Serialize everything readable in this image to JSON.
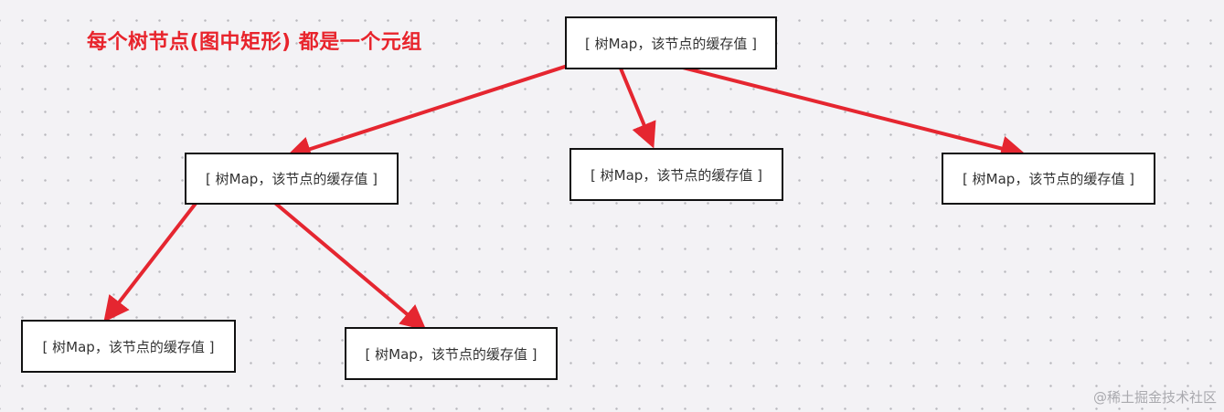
{
  "title": "每个树节点(图中矩形) 都是一个元组",
  "node_label": "[ 树Map，该节点的缓存值 ]",
  "watermark": "@稀土掘金技术社区",
  "colors": {
    "arrow": "#e52630",
    "title": "#e8242c",
    "node_border": "#111111",
    "background": "#f3f2f5"
  },
  "nodes": [
    {
      "id": "root",
      "label": "[ 树Map，该节点的缓存值 ]"
    },
    {
      "id": "child-left",
      "label": "[ 树Map，该节点的缓存值 ]"
    },
    {
      "id": "child-middle",
      "label": "[ 树Map，该节点的缓存值 ]"
    },
    {
      "id": "child-right",
      "label": "[ 树Map，该节点的缓存值 ]"
    },
    {
      "id": "grandchild-left",
      "label": "[ 树Map，该节点的缓存值 ]"
    },
    {
      "id": "grandchild-right",
      "label": "[ 树Map，该节点的缓存值 ]"
    }
  ],
  "edges": [
    {
      "from": "root",
      "to": "child-left"
    },
    {
      "from": "root",
      "to": "child-middle"
    },
    {
      "from": "root",
      "to": "child-right"
    },
    {
      "from": "child-left",
      "to": "grandchild-left"
    },
    {
      "from": "child-left",
      "to": "grandchild-right"
    }
  ]
}
